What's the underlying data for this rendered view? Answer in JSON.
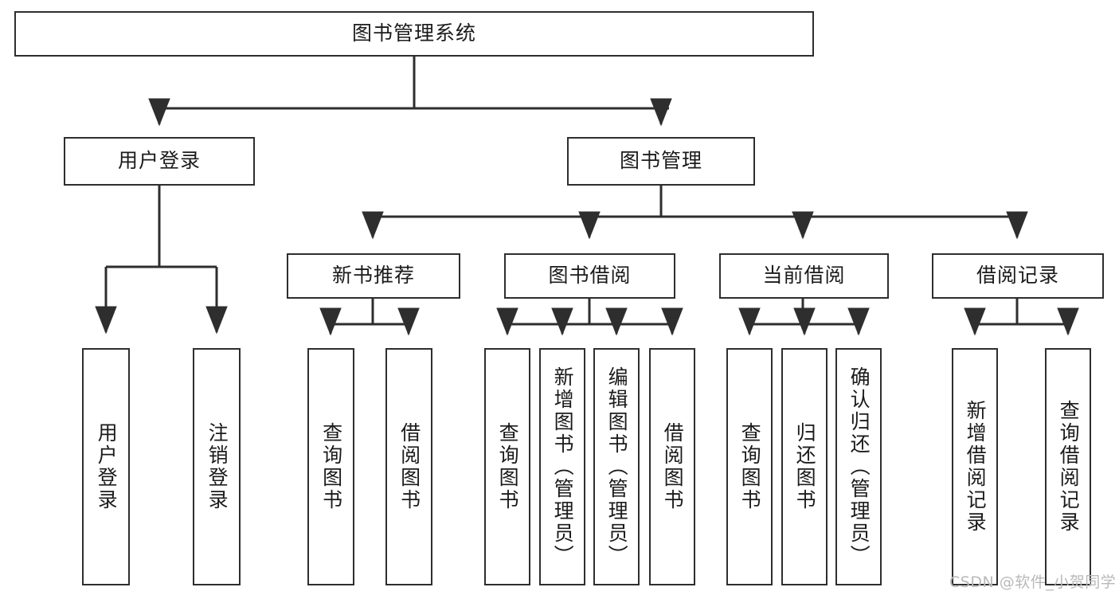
{
  "diagram": {
    "title": "图书管理系统",
    "watermark": "CSDN @软件_小贺同学",
    "stroke_color": "#2e2e2e",
    "fill_color": "#ffffff",
    "text_color": "#1b1b1b",
    "watermark_color": "#b9b9b9",
    "levels": {
      "root": {
        "label": "图书管理系统"
      },
      "level2": [
        {
          "label": "用户登录"
        },
        {
          "label": "图书管理"
        }
      ],
      "level3": [
        {
          "label": "新书推荐"
        },
        {
          "label": "图书借阅"
        },
        {
          "label": "当前借阅"
        },
        {
          "label": "借阅记录"
        }
      ],
      "leaves": {
        "user_login": [
          {
            "label": "用户登录"
          },
          {
            "label": "注销登录"
          }
        ],
        "new_book_rec": [
          {
            "label": "查询图书"
          },
          {
            "label": "借阅图书"
          }
        ],
        "book_borrow": [
          {
            "label": "查询图书"
          },
          {
            "label": "新增图书（管理员）"
          },
          {
            "label": "编辑图书（管理员）"
          },
          {
            "label": "借阅图书"
          }
        ],
        "current_borrow": [
          {
            "label": "查询图书"
          },
          {
            "label": "归还图书"
          },
          {
            "label": "确认归还（管理员）"
          }
        ],
        "borrow_record": [
          {
            "label": "新增借阅记录"
          },
          {
            "label": "查询借阅记录"
          }
        ]
      }
    }
  }
}
